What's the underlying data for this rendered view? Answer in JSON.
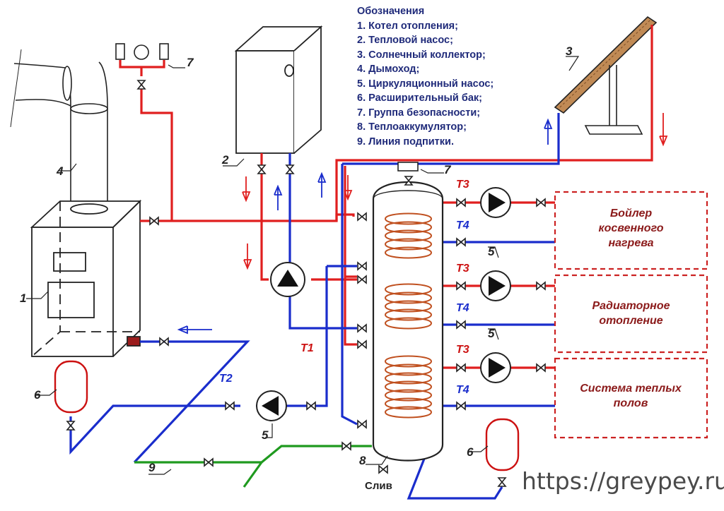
{
  "legend": {
    "title": "Обозначения",
    "items": [
      "1. Котел отопления;",
      "2. Тепловой насос;",
      "3. Солнечный коллектор;",
      "4. Дымоход;",
      "5. Циркуляционный насос;",
      "6. Расширительный бак;",
      "7. Группа безопасности;",
      "8. Теплоаккумулятор;",
      "9. Линия подпитки."
    ]
  },
  "callouts": [
    "1",
    "2",
    "3",
    "4",
    "5",
    "6",
    "7",
    "8",
    "9"
  ],
  "pipe_labels": {
    "t1": "T1",
    "t2": "T2",
    "t3": "T3",
    "t4": "T4"
  },
  "zones": {
    "boiler": [
      "Бойлер",
      "косвенного",
      "нагрева"
    ],
    "radiator": [
      "Радиаторное",
      "отопление"
    ],
    "floor": [
      "Система теплых",
      "полов"
    ]
  },
  "drain_label": "Слив",
  "watermark": "https://greypey.ru",
  "colors": {
    "hot": "#e01f1f",
    "cold": "#1a2dcc",
    "makeup": "#1f9a1f",
    "zone": "#cc2222",
    "label_red": "#cc1111",
    "label_blue": "#1a2dcc"
  }
}
